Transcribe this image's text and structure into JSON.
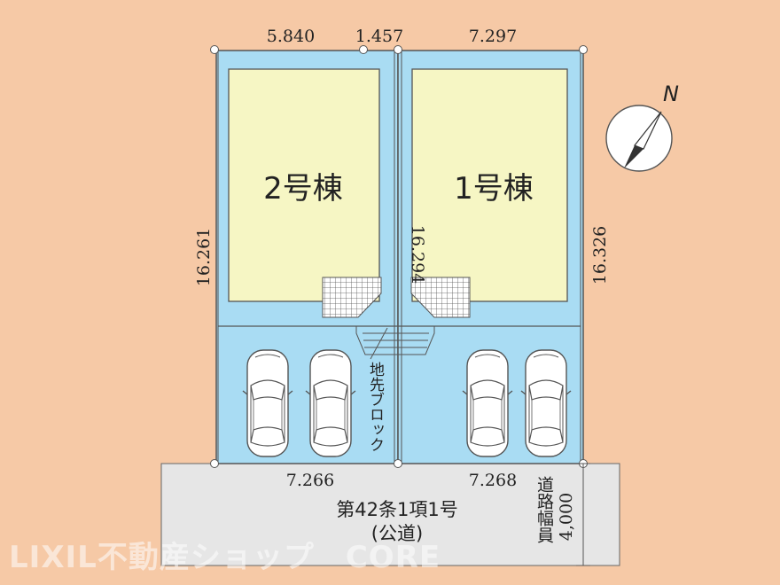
{
  "lots": {
    "left_label": "2号棟",
    "right_label": "1号棟"
  },
  "dimensions": {
    "top_left": "5.840",
    "top_mid": "1.457",
    "top_right": "7.297",
    "left_side": "16.261",
    "center_line": "16.294",
    "right_side": "16.326",
    "bottom_left": "7.266",
    "bottom_right": "7.268"
  },
  "block_label": "地先ブロック",
  "road": {
    "line1": "第42条1項1号",
    "line2": "(公道)",
    "width_label": "道路幅員",
    "width_value": "4,000"
  },
  "compass": {
    "north_label": "N"
  },
  "watermark": "LIXIL不動産ショップ　CORE",
  "colors": {
    "background": "#f6c9a6",
    "lot": "#a9dcf3",
    "building": "#f6f6c4",
    "road": "#e6e6e6"
  }
}
